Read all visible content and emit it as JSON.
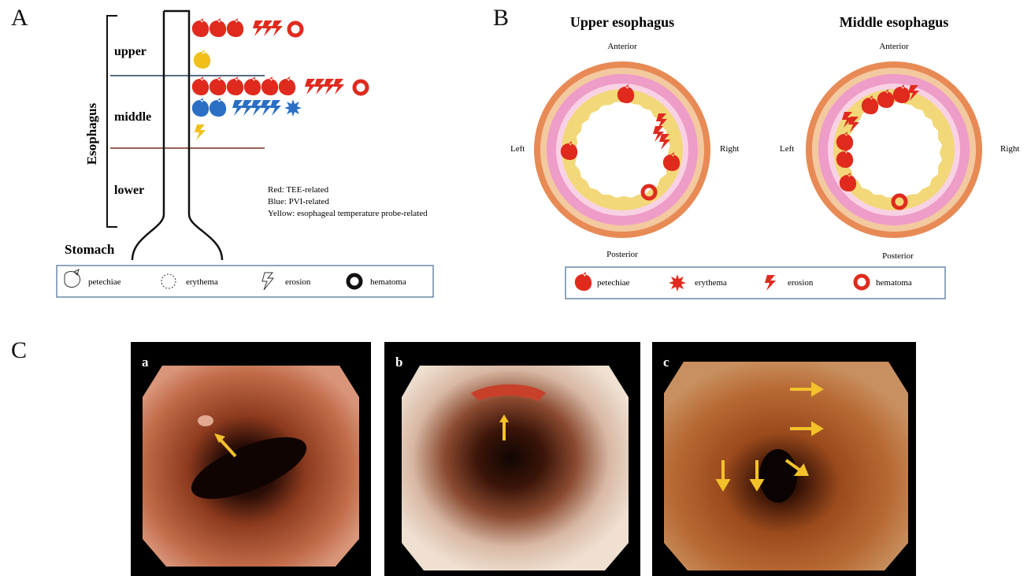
{
  "panels": {
    "a": "A",
    "b": "B",
    "c": "C"
  },
  "figA": {
    "axis_label": "Esophagus",
    "segments": {
      "upper": "upper",
      "middle": "middle",
      "lower": "lower"
    },
    "stomach": "Stomach",
    "legend_text": {
      "red": "Red: TEE-related",
      "blue": "Blue: PVI-related",
      "yellow": "Yellow: esophageal temperature probe-related"
    },
    "legend_box": [
      "petechiae",
      "erythema",
      "erosion",
      "hematoma"
    ]
  },
  "figB": {
    "titles": {
      "upper": "Upper esophagus",
      "middle": "Middle esophagus"
    },
    "directions": {
      "anterior": "Anterior",
      "posterior": "Posterior",
      "left": "Left",
      "right": "Right"
    },
    "legend_box": [
      "petechiae",
      "erythema",
      "erosion",
      "hematoma"
    ]
  },
  "figC": {
    "labels": [
      "a",
      "b",
      "c"
    ]
  },
  "colors": {
    "red": "#e02a1e",
    "blue": "#2a6fc4",
    "yellow": "#f0c018",
    "pink": "#ee9cc8",
    "orange": "#e88a55",
    "cream": "#f7e08a"
  }
}
